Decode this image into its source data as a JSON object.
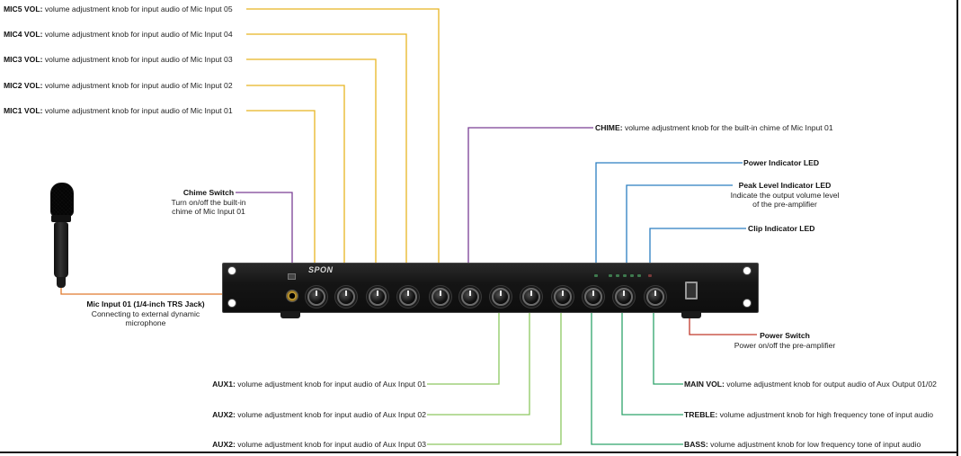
{
  "device": {
    "brand": "SPON"
  },
  "colors": {
    "mic": "#e8b522",
    "chime": "#7a3f95",
    "indicator": "#2b7ec1",
    "aux": "#8dc861",
    "tone": "#2ea36b",
    "power": "#c0392b",
    "mic_input": "#e07b2e"
  },
  "callouts": {
    "mic5": {
      "title": "MIC5 VOL:",
      "text": " volume adjustment knob for input audio of Mic Input 05"
    },
    "mic4": {
      "title": "MIC4 VOL:",
      "text": " volume adjustment knob for input audio of Mic Input 04"
    },
    "mic3": {
      "title": "MIC3 VOL:",
      "text": " volume adjustment knob for input audio of Mic Input 03"
    },
    "mic2": {
      "title": "MIC2 VOL:",
      "text": " volume adjustment knob for input audio of Mic Input 02"
    },
    "mic1": {
      "title": "MIC1 VOL:",
      "text": " volume adjustment knob for input audio of Mic Input 01"
    },
    "chime": {
      "title": "CHIME:",
      "text": " volume adjustment knob for the built-in chime of Mic Input 01"
    },
    "chime_switch": {
      "title": "Chime Switch",
      "line1": "Turn on/off the built-in",
      "line2": "chime of Mic Input 01"
    },
    "mic_input": {
      "title": "Mic Input 01 (1/4-inch TRS Jack)",
      "line1": "Connecting to external dynamic",
      "line2": "microphone"
    },
    "power_led": {
      "title": "Power Indicator LED"
    },
    "peak_led": {
      "title": "Peak Level Indicator LED",
      "line1": "Indicate the output volume level",
      "line2": "of the pre-amplifier"
    },
    "clip_led": {
      "title": "Clip Indicator LED"
    },
    "power_switch": {
      "title": "Power Switch",
      "line1": "Power on/off the pre-amplifier"
    },
    "aux1": {
      "title": "AUX1:",
      "text": " volume adjustment knob for input audio of Aux Input 01"
    },
    "aux2": {
      "title": "AUX2:",
      "text": " volume adjustment knob for input audio of Aux Input 02"
    },
    "aux3": {
      "title": "AUX2:",
      "text": " volume adjustment knob for input audio of Aux Input 03"
    },
    "main_vol": {
      "title": "MAIN VOL:",
      "text": " volume adjustment knob for output audio of Aux Output 01/02"
    },
    "treble": {
      "title": "TREBLE:",
      "text": " volume adjustment knob for high frequency tone of input audio"
    },
    "bass": {
      "title": "BASS:",
      "text": " volume adjustment knob for low frequency tone of input audio"
    }
  }
}
